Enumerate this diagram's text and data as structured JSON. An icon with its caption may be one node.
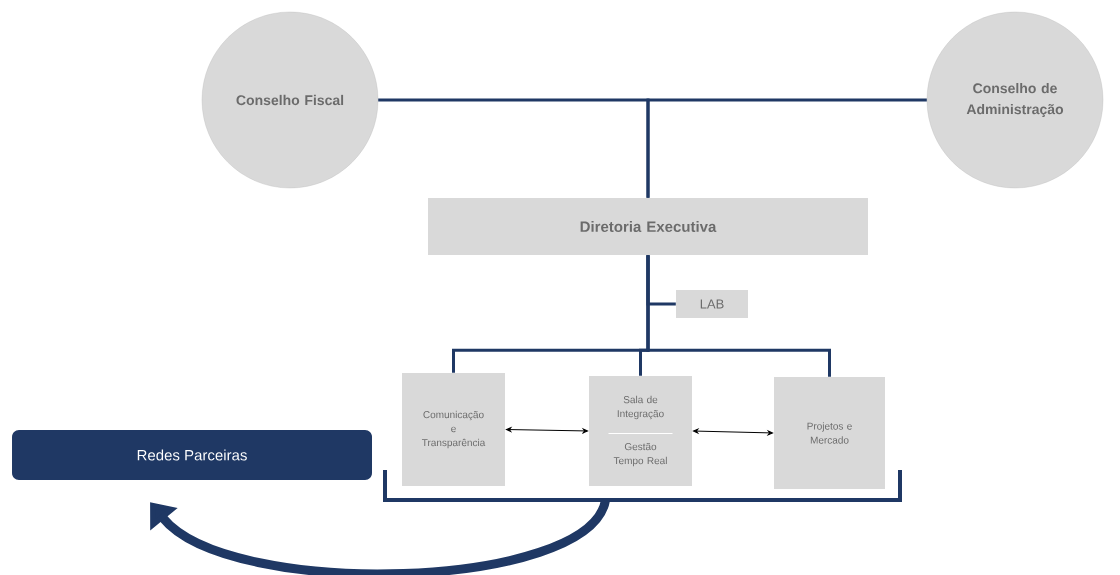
{
  "diagram": {
    "nodes": [
      {
        "text": [
          "Conselho Fiscal"
        ]
      },
      {
        "text": [
          "Conselho de Administração"
        ]
      },
      {
        "text": [
          "Diretoria Executiva"
        ]
      },
      {
        "text": [
          "LAB"
        ]
      },
      {
        "text": [
          "Comunicação e Transparência"
        ]
      },
      {
        "text": [
          "Sala de Integração",
          "Gestão Tempo Real"
        ]
      },
      {
        "text": [
          "Projetos e Mercado"
        ]
      },
      {
        "text": [
          "Redes Parceiras"
        ]
      },
      {
        "text": [],
        "shape": "bracket"
      }
    ],
    "edges": [
      {
        "from": 0,
        "to": 2,
        "arrow": "none"
      },
      {
        "from": 1,
        "to": 2,
        "arrow": "none"
      },
      {
        "from": 2,
        "to": 3,
        "arrow": "none"
      },
      {
        "from": 2,
        "to": 4,
        "arrow": "none"
      },
      {
        "from": 2,
        "to": 5,
        "arrow": "none"
      },
      {
        "from": 2,
        "to": 6,
        "arrow": "none"
      },
      {
        "from": 4,
        "to": 5,
        "arrow": "both",
        "color": "#000000"
      },
      {
        "from": 5,
        "to": 6,
        "arrow": "both",
        "color": "#000000"
      },
      {
        "from": 8,
        "to": 7,
        "arrow": "to",
        "style": "thick"
      }
    ]
  }
}
